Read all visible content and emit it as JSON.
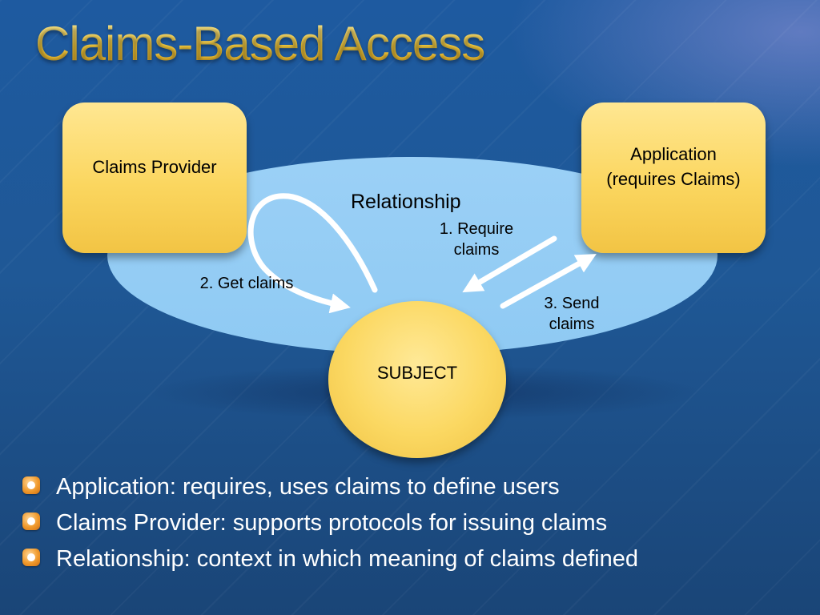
{
  "title": "Claims-Based Access",
  "diagram": {
    "relationship_label": "Relationship",
    "claims_provider": "Claims Provider",
    "application": "Application (requires Claims)",
    "subject": "SUBJECT",
    "steps": {
      "step1": "1.  Require claims",
      "step2": "2.  Get claims",
      "step3": "3.  Send claims"
    }
  },
  "bullets": [
    {
      "text": "Application:  requires, uses claims to define users"
    },
    {
      "text": "Claims Provider:  supports protocols for issuing claims"
    },
    {
      "text": "Relationship:  context in which meaning of claims defined"
    }
  ],
  "colors": {
    "background": "#1f5896",
    "title_gold": "#f3c93c",
    "box_yellow": "#fbd65f",
    "ellipse_blue": "#9bd0f6",
    "arrow": "#ffffff",
    "bullet_orange": "#f09a2d"
  }
}
